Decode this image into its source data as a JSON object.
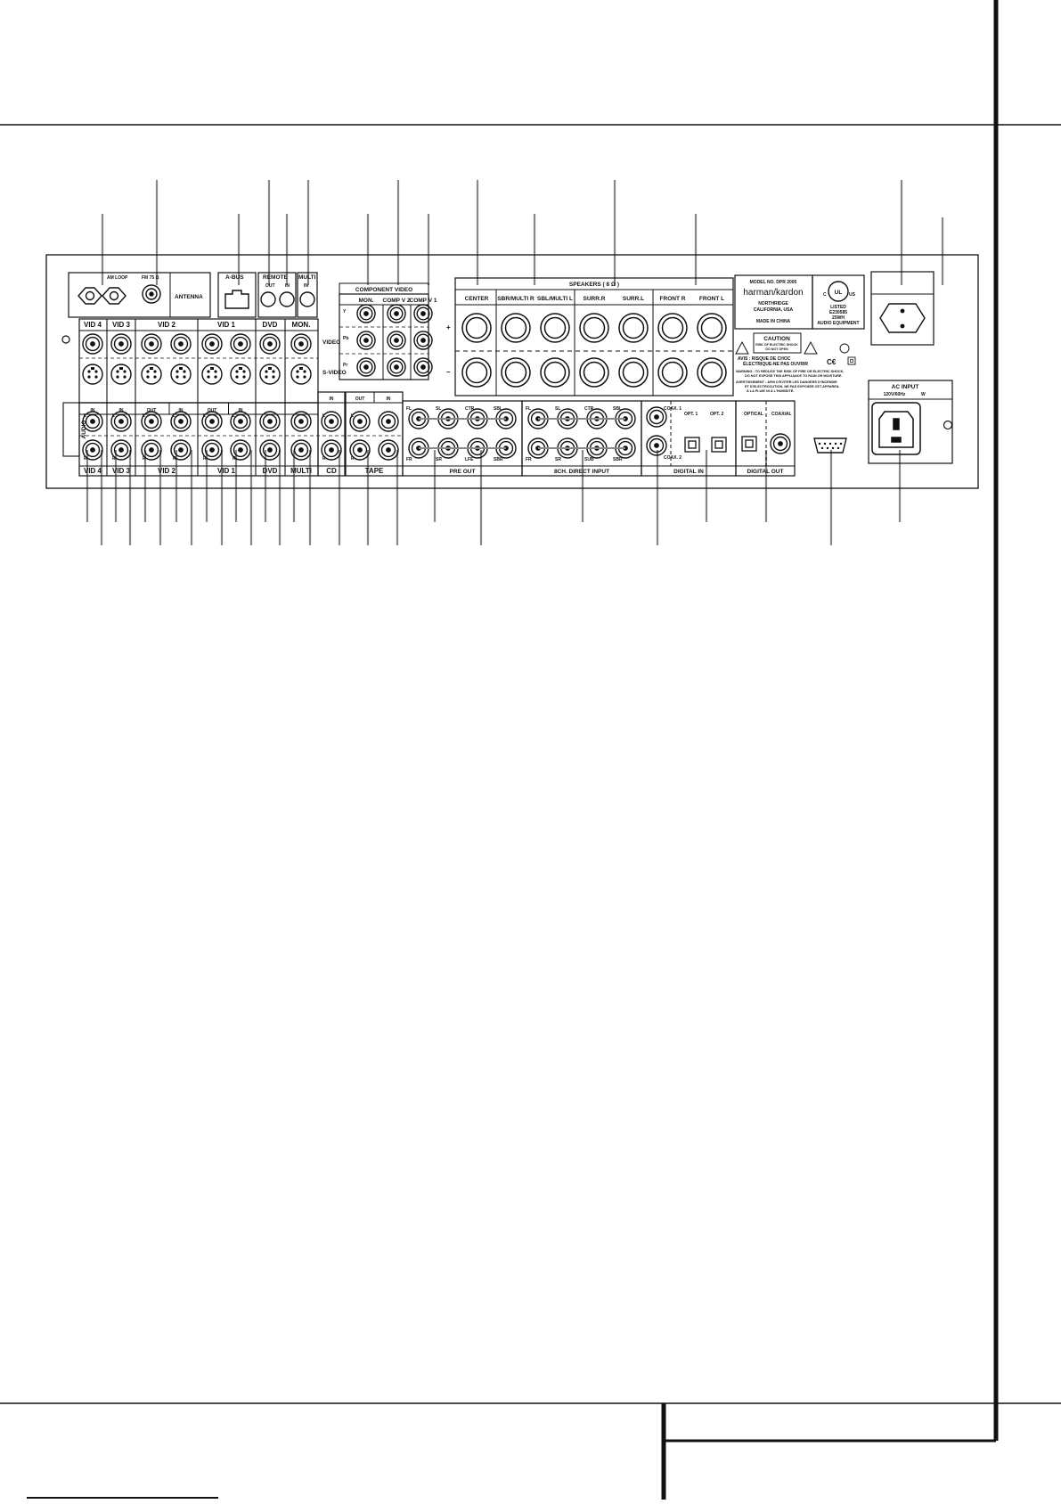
{
  "antenna": {
    "title": "ANTENNA",
    "am": "AM LOOP",
    "fm": "FM 75 Ω"
  },
  "abus": {
    "title": "A-BUS"
  },
  "remote": {
    "title": "REMOTE",
    "out": "OUT",
    "in": "IN"
  },
  "multi": {
    "title": "MULTI",
    "in": "IN"
  },
  "component_video": {
    "title": "COMPONENT VIDEO",
    "cols": [
      "MON.",
      "COMP V 2",
      "COMP V 1"
    ],
    "rows": [
      "Y",
      "Pb",
      "Pr"
    ]
  },
  "speakers": {
    "title": "SPEAKERS ( 8 Ω )",
    "cols": [
      "CENTER",
      "SBR/MULTI R",
      "SBL/MULTI L",
      "SURR.R",
      "SURR.L",
      "FRONT R",
      "FRONT L"
    ],
    "plus": "+",
    "minus": "–"
  },
  "nameplate": {
    "model": "MODEL NO. DPR 2005",
    "brand": "harman/kardon",
    "city": "NORTHRIDGE",
    "state": "CALIFORNIA, USA",
    "origin": "MADE IN CHINA"
  },
  "ul": {
    "c": "C",
    "us": "US",
    "ul": "UL",
    "listed": "LISTED",
    "num": "E230585",
    "code": "25WH",
    "equip": "AUDIO EQUIPMENT"
  },
  "caution": {
    "title": "CAUTION",
    "sub1": "RISK OF ELECTRIC SHOCK",
    "sub2": "DO NOT OPEN",
    "avis1": "AVIS : RISQUE DE CHOC",
    "avis2": "ÉLECTRIQUE-NE PAS OUVRIR",
    "warning1": "WARNING : TO REDUCE THE RISK OF FIRE OR ELECTRIC SHOCK,",
    "warning2": "DO NOT EXPOSE THIS APPLIANCE TO RAIN OR MOISTURE.",
    "avert1": "AVERTISSEMENT : AFIN D'EVITER LES DANGERS D'INCENDIE",
    "avert2": "ET D'ELECTROCUTION, NE PAS EXPOSER CET APPAREIL",
    "avert3": "À LA PLUIE NI À L'HUMIDITÉ.",
    "ce": "C€"
  },
  "ac_input": {
    "title": "AC INPUT",
    "spec": "120V/60Hz",
    "w": "W"
  },
  "video_top": {
    "groups": [
      "VID 4",
      "VID 3",
      "VID 2",
      "VID 1",
      "DVD",
      "MON."
    ],
    "side_video": "VIDEO",
    "side_svideo": "S-VIDEO",
    "side_audio": "AUDIO"
  },
  "audio_row": {
    "in": "IN",
    "out": "OUT",
    "l": "L",
    "r": "R",
    "bottom": [
      "VID 4",
      "VID 3",
      "VID 2",
      "VID 1",
      "DVD",
      "MULTI",
      "CD",
      "TAPE"
    ]
  },
  "tape": {
    "out": "OUT",
    "in": "IN"
  },
  "cd": {
    "in": "IN"
  },
  "preout": {
    "title": "PRE OUT",
    "top": [
      "FL",
      "SL",
      "CTR",
      "SBL"
    ],
    "bot": [
      "FR",
      "SR",
      "LFE",
      "SBR"
    ]
  },
  "direct": {
    "title": "8CH. DIRECT INPUT",
    "top": [
      "FL",
      "SL",
      "CTR",
      "SBL"
    ],
    "bot": [
      "FR",
      "SR",
      "SUB",
      "SBR"
    ]
  },
  "digital_in": {
    "title": "DIGITAL IN",
    "coax1": "COAX. 1",
    "coax2": "COAX. 2",
    "opt1": "OPT. 1",
    "opt2": "OPT. 2"
  },
  "digital_out": {
    "title": "DIGITAL OUT",
    "optical": "OPTICAL",
    "coaxial": "COAXIAL"
  },
  "colors": {
    "line": "#111111",
    "callout": "#888888",
    "bg": "#ffffff"
  }
}
